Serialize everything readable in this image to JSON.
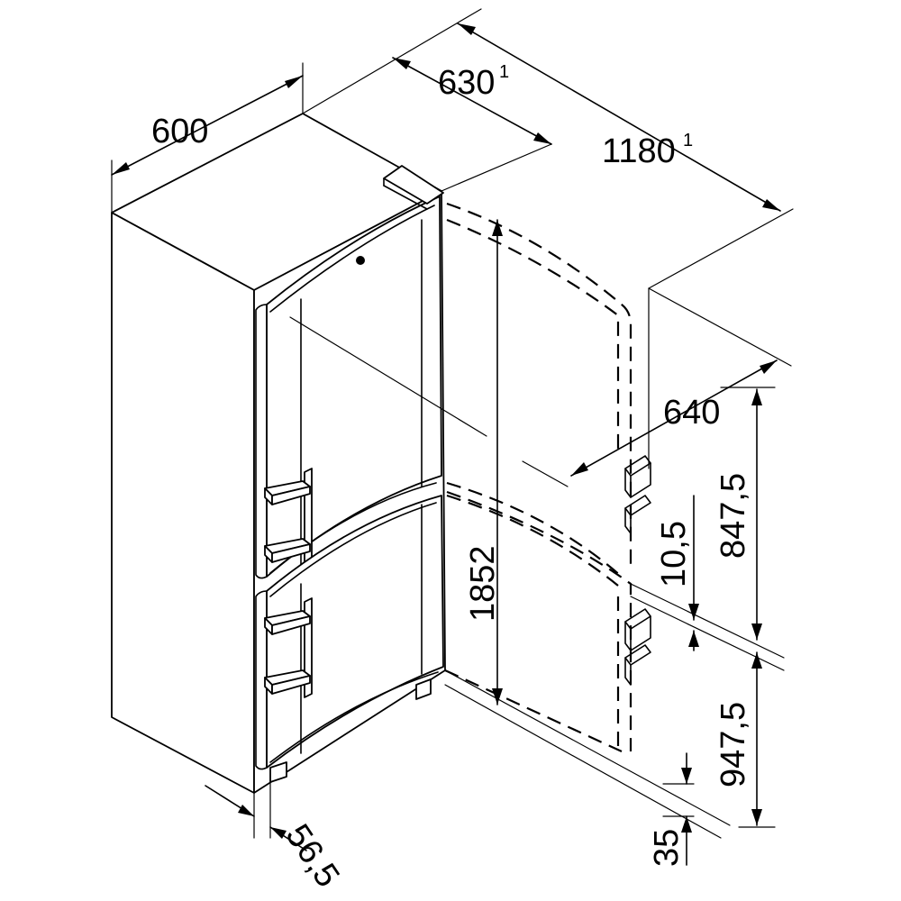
{
  "dimensions": {
    "width": {
      "value": "600"
    },
    "depth": {
      "value": "630",
      "note": "1"
    },
    "depth_door_open": {
      "value": "1180",
      "note": "1"
    },
    "door_width": {
      "value": "640"
    },
    "height": {
      "value": "1852"
    },
    "upper_door_height": {
      "value": "847,5"
    },
    "gap": {
      "value": "10,5"
    },
    "lower_door_height": {
      "value": "947,5"
    },
    "plinth_height": {
      "value": "35"
    },
    "handle_depth": {
      "value": "56,5"
    }
  },
  "colors": {
    "line": "#000000",
    "background": "#ffffff"
  }
}
